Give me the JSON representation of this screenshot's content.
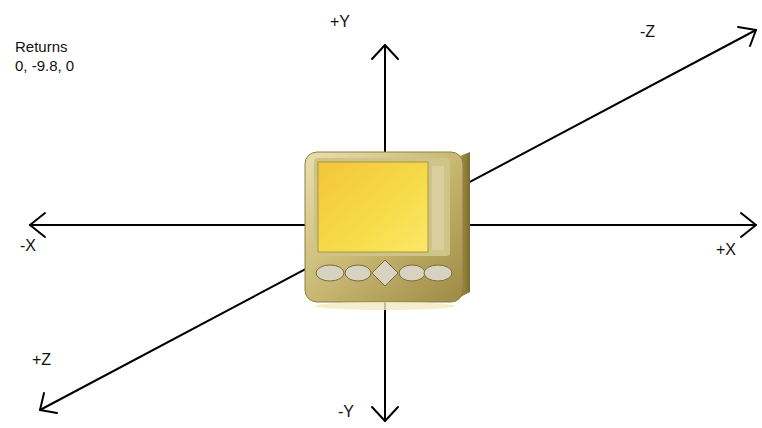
{
  "diagram": {
    "labels": [
      "Returns 0, -9.8, 0",
      "+Y",
      "-Z",
      "-X",
      "+X",
      "+Z",
      "-Y"
    ]
  }
}
